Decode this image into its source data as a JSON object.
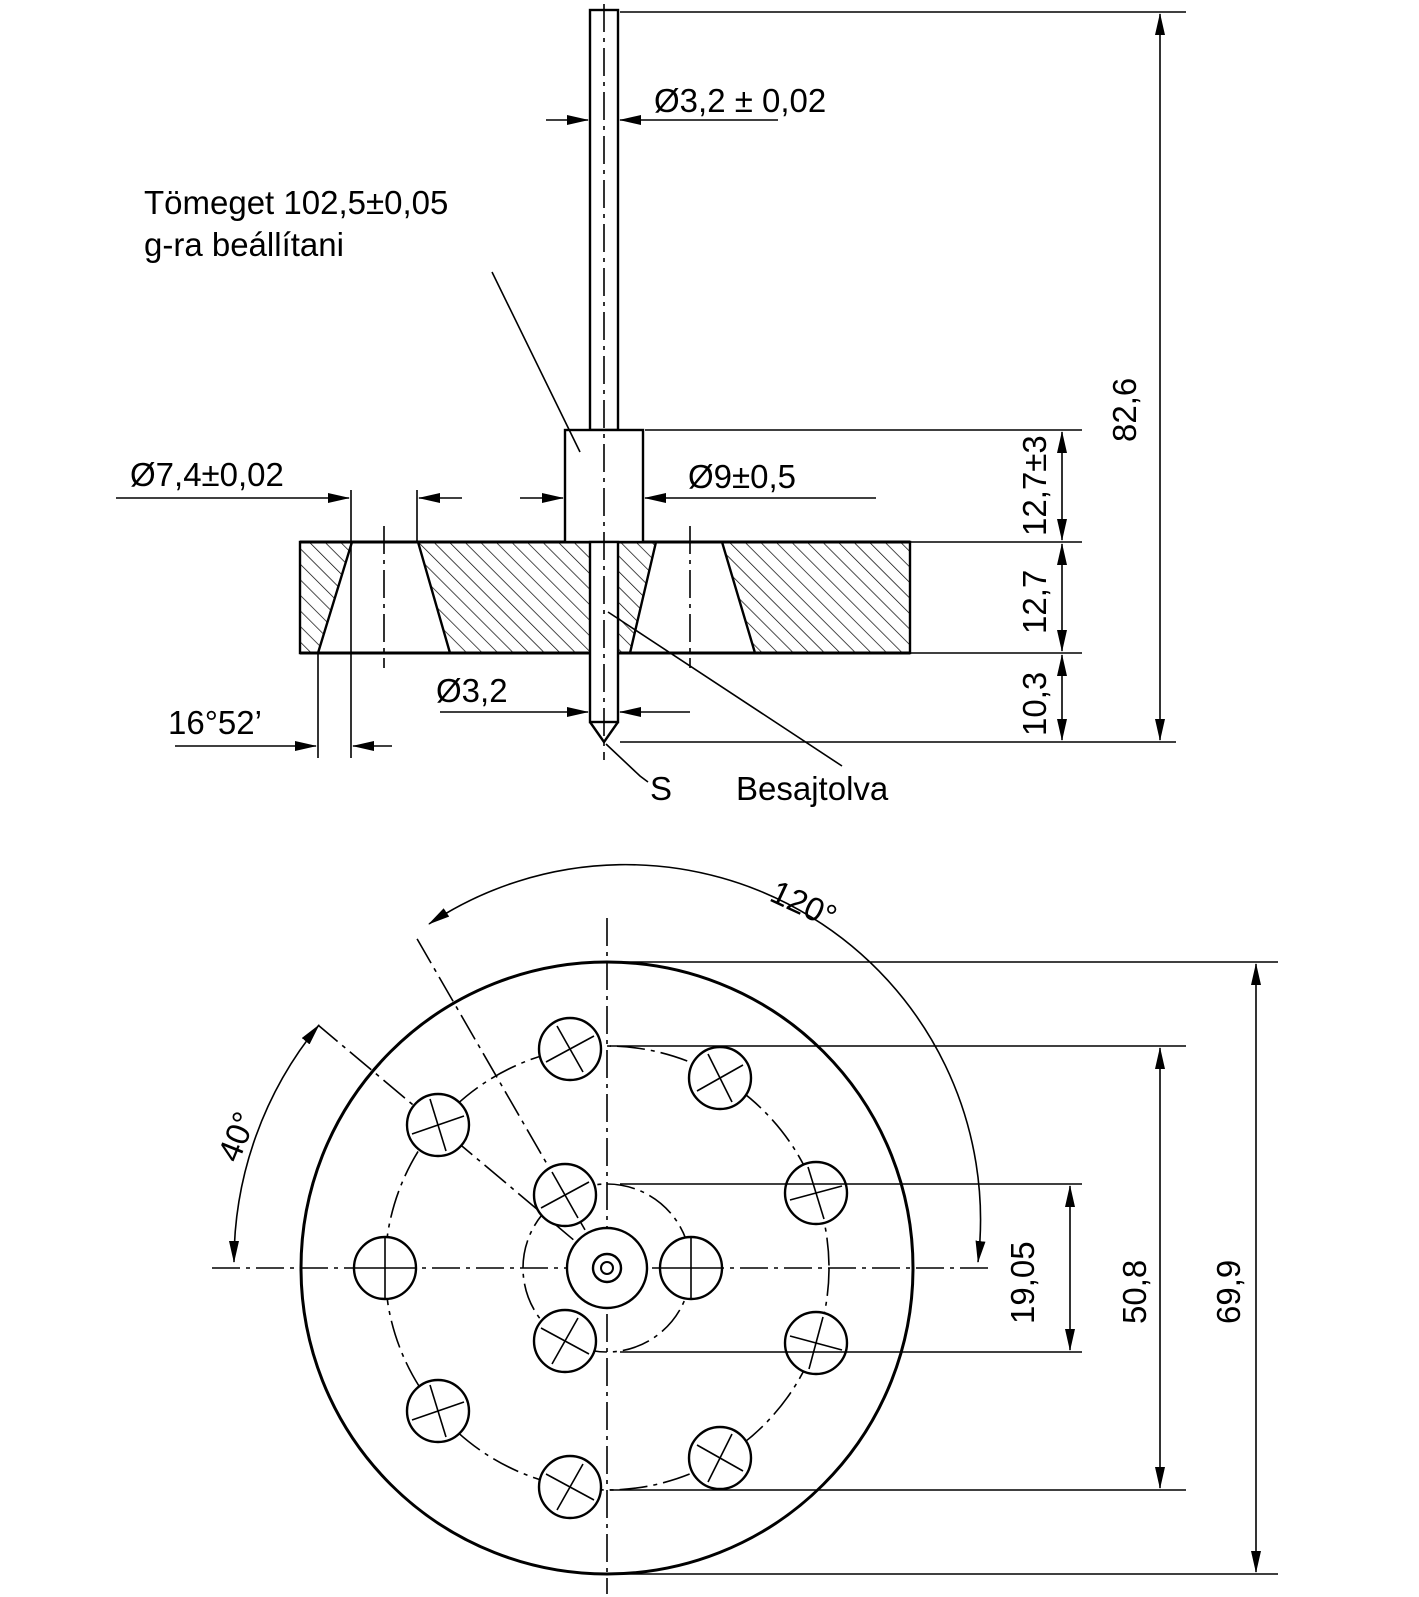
{
  "drawing": {
    "side_view": {
      "callout_mass": [
        "Tömeget 102,5±0,05",
        "g-ra beállítani"
      ],
      "dim_pin_diameter": "Ø3,2 ± 0,02",
      "dim_hole_diameter": "Ø7,4±0,02",
      "dim_collar_diameter": "Ø9±0,5",
      "dim_tip_diameter": "Ø3,2",
      "dim_angle": "16°52’",
      "label_point": "S",
      "label_pressed": "Besajtolva",
      "dim_total_height": "82,6",
      "dim_collar_height": "12,7±3",
      "dim_plate_thickness": "12,7",
      "dim_tip_length": "10,3"
    },
    "top_view": {
      "dim_angle_large": "120°",
      "dim_angle_small": "40°",
      "dim_inner_circle": "19,05",
      "dim_pitch_circle": "50,8",
      "dim_outer_diameter": "69,9"
    }
  }
}
